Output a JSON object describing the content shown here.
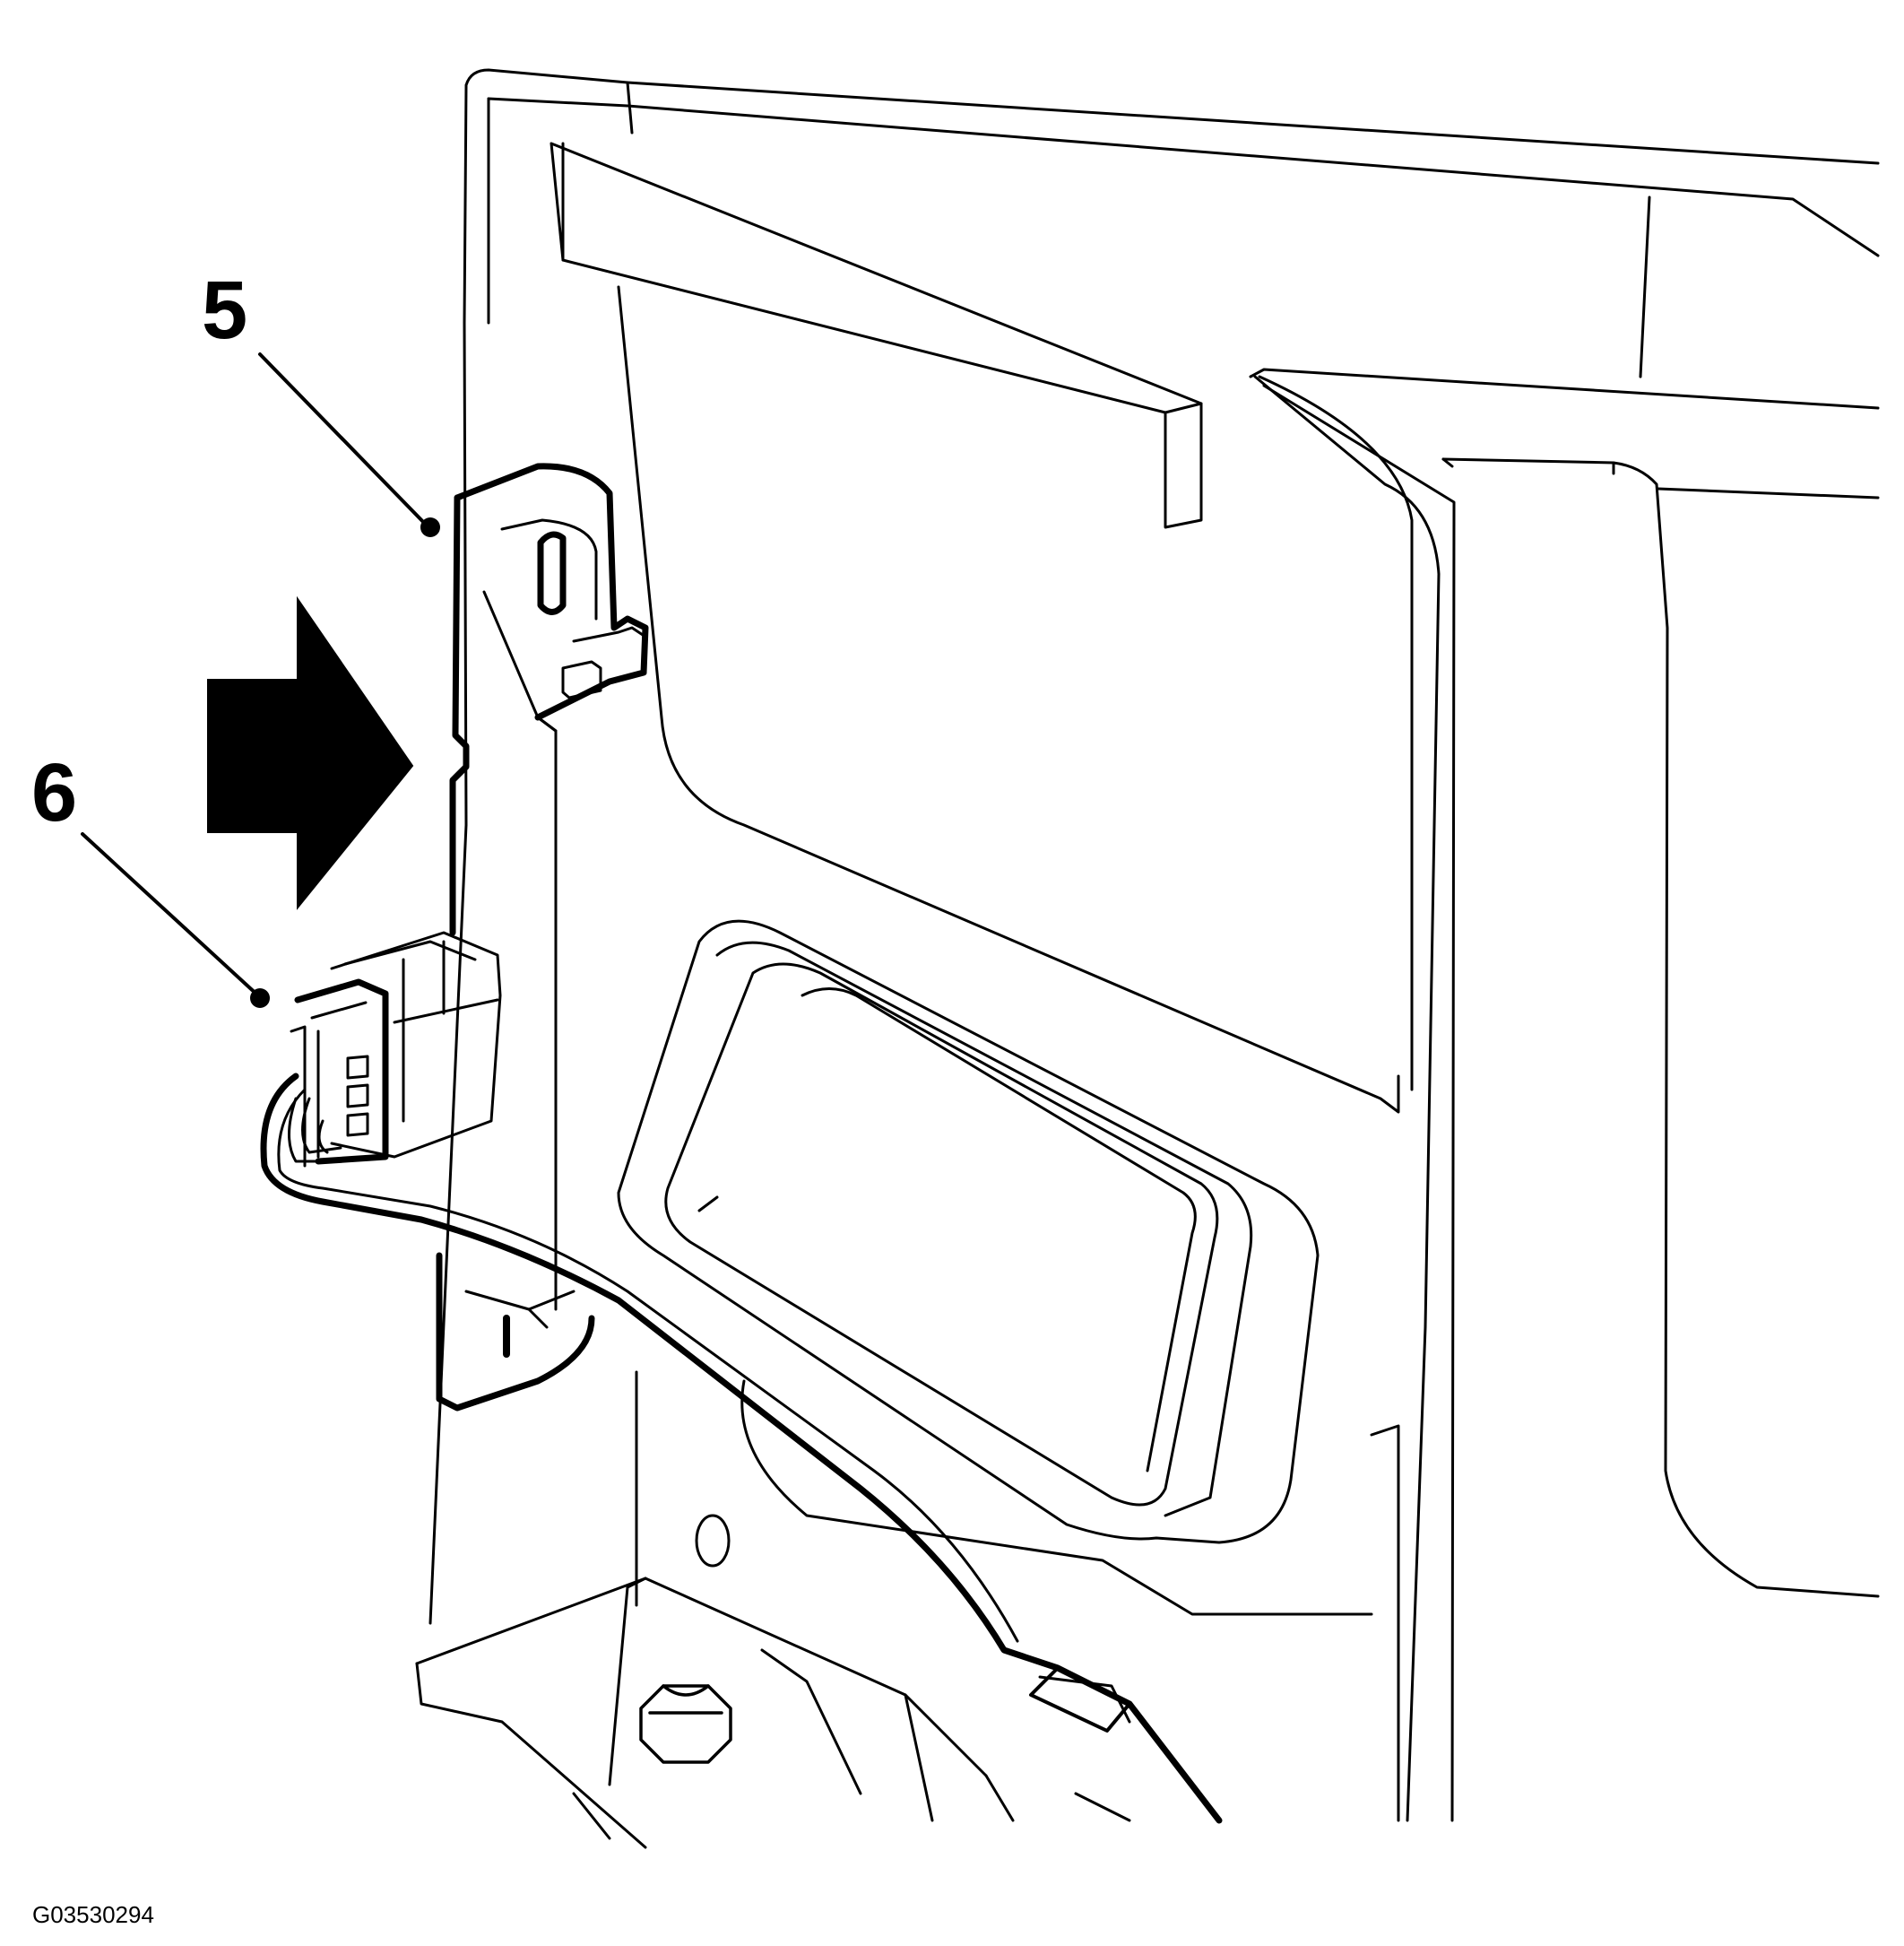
{
  "callouts": [
    {
      "label": "5",
      "target": "mounting-bracket"
    },
    {
      "label": "6",
      "target": "electrical-connector"
    }
  ],
  "figure_id": "G03530294",
  "colors": {
    "line": "#000000",
    "background": "#ffffff"
  },
  "arrow": {
    "direction": "right"
  }
}
